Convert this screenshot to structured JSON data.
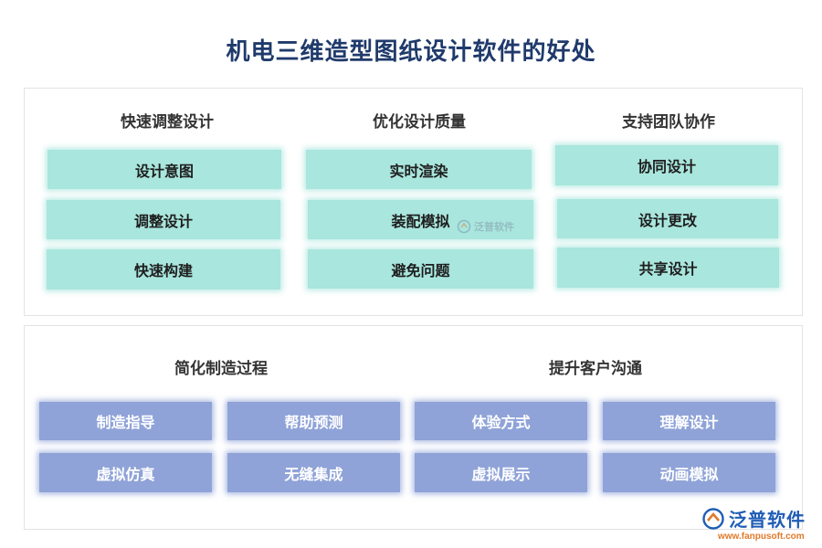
{
  "title": "机电三维造型图纸设计软件的好处",
  "top_groups": [
    {
      "heading": "快速调整设计",
      "items": [
        "设计意图",
        "调整设计",
        "快速构建"
      ]
    },
    {
      "heading": "优化设计质量",
      "items": [
        "实时渲染",
        "装配模拟",
        "避免问题"
      ]
    },
    {
      "heading": "支持团队协作",
      "items": [
        "协同设计",
        "设计更改",
        "共享设计"
      ]
    }
  ],
  "bottom_groups": [
    {
      "heading": "简化制造过程",
      "items": [
        "制造指导",
        "帮助预测",
        "虚拟仿真",
        "无缝集成"
      ]
    },
    {
      "heading": "提升客户沟通",
      "items": [
        "体验方式",
        "理解设计",
        "虚拟展示",
        "动画模拟"
      ]
    }
  ],
  "watermark": {
    "center_text": "泛普软件",
    "logo_text": "泛普软件",
    "logo_url": "www.fanpusoft.com"
  },
  "colors": {
    "title": "#1f3a6b",
    "teal": "#a9e6dd",
    "blue": "#8fa3d8",
    "logo": "#1f5db5",
    "url": "#e07a2a"
  },
  "icons": [
    "fanpu-logo-icon"
  ]
}
